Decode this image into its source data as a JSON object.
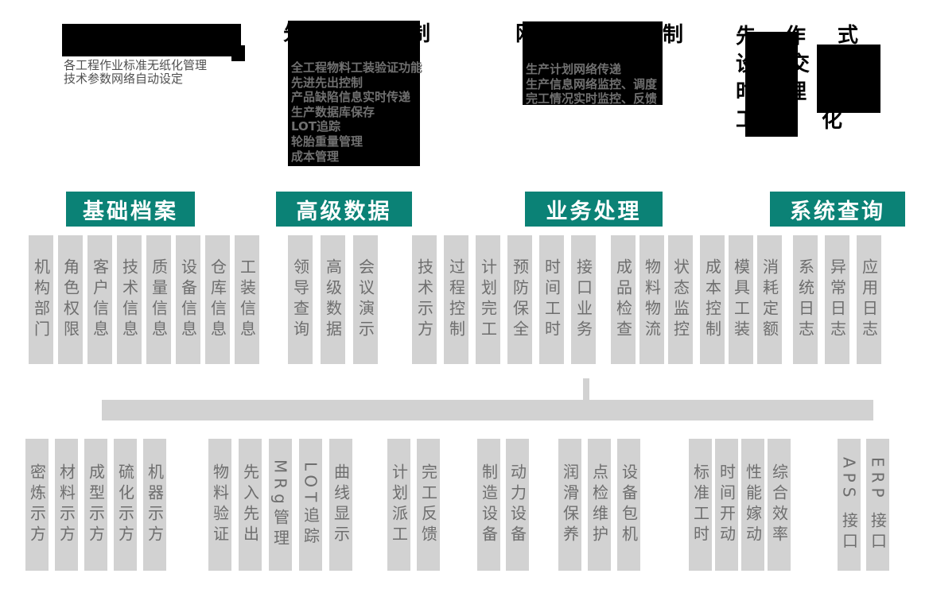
{
  "top_boxes": [
    {
      "name": "box-1",
      "body_items": [
        "各工程作业标准无纸化管理",
        "技术参数网络自动设定"
      ]
    },
    {
      "name": "box-2",
      "title_left_fragment": "先",
      "title_right_fragment": "制",
      "body_items": [
        "全工程物料工装验证功能",
        "先进先出控制",
        "产品缺陷信息实时传递",
        "生产数据库保存",
        "LOT追踪",
        "轮胎重量管理",
        "成本管理"
      ]
    },
    {
      "name": "box-3",
      "title_left_fragment": "网",
      "title_right_fragment": "制",
      "body_items": [
        "生产计划网络传递",
        "生产信息网络监控、调度",
        "完工情况实时监控、反馈"
      ]
    },
    {
      "name": "box-4",
      "fragments": {
        "r1c1": "先",
        "r1c2": "作",
        "r1c3": "式",
        "r2c1": "设",
        "r2c2": "交",
        "r3c1": "时",
        "r3c2": "理",
        "r4c1": "工",
        "r4c2": "化"
      }
    }
  ],
  "sections": [
    {
      "header": "基础档案",
      "column_groups": [
        [
          "机构部门",
          "角色权限",
          "客户信息",
          "技术信息",
          "质量信息",
          "设备信息",
          "仓库信息",
          "工装信息"
        ]
      ]
    },
    {
      "header": "高级数据",
      "column_groups": [
        [
          "领导查询",
          "高级数据",
          "会议演示"
        ]
      ]
    },
    {
      "header": "业务处理",
      "column_groups": [
        [
          "技术示方",
          "过程控制",
          "计划完工",
          "预防保全",
          "时间工时",
          "接口业务"
        ],
        [
          "成品检查",
          "物料物流",
          "状态监控"
        ],
        [
          "成本控制",
          "模具工装",
          "消耗定额"
        ]
      ]
    },
    {
      "header": "系统查询",
      "column_groups": [
        [
          "系统日志",
          "异常日志",
          "应用日志"
        ]
      ]
    }
  ],
  "bottom_groups": [
    [
      "密炼示方",
      "材料示方",
      "成型示方",
      "硫化示方",
      "机器示方"
    ],
    [
      "物料验证",
      "先入先出",
      "MRg管理",
      "LOT追踪",
      "曲线显示"
    ],
    [
      "计划派工",
      "完工反馈"
    ],
    [
      "制造设备",
      "动力设备"
    ],
    [
      "润滑保养",
      "点检维护",
      "设备包机"
    ],
    [
      "标准工时",
      "时间开动",
      "性能嫁动",
      "综合效率"
    ],
    [
      "APS 接口",
      "ERP 接口"
    ]
  ],
  "colors": {
    "header_bg": "#0b8276",
    "header_text": "#ffffff",
    "column_bg": "#d2d2d2",
    "column_text": "#6e6e6e",
    "redaction": "#000000",
    "body_text_dark": "#4f4f4f",
    "body_text_gray": "#707070"
  }
}
